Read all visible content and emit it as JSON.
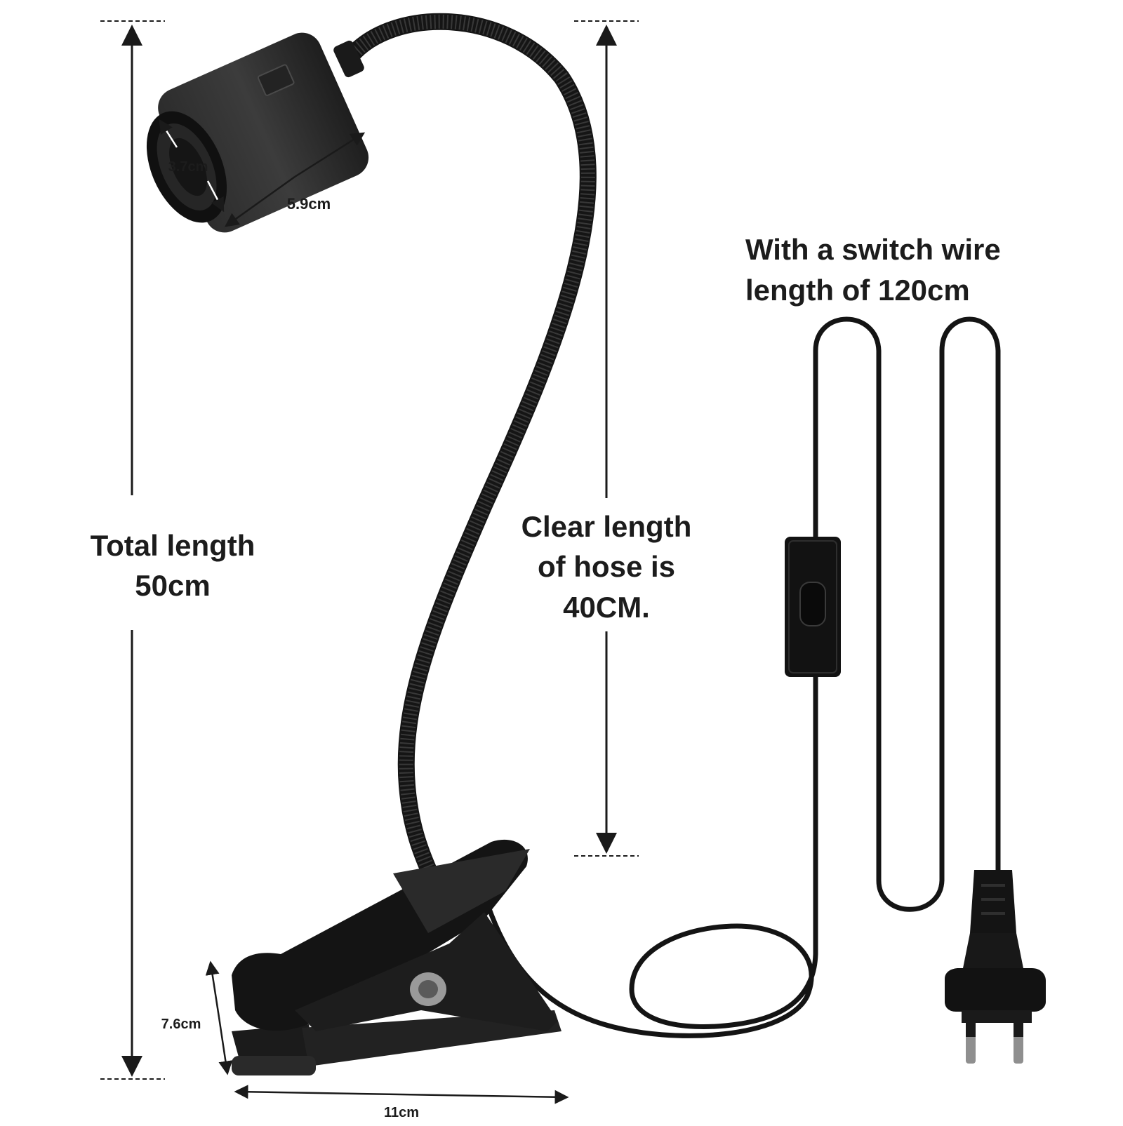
{
  "labels": {
    "total_length_line1": "Total length",
    "total_length_line2": "50cm",
    "clear_length_line1": "Clear length",
    "clear_length_line2": "of hose is",
    "clear_length_line3": "40CM.",
    "switch_wire_line1": "With a switch wire",
    "switch_wire_line2": "length of 120cm",
    "socket_diameter": "3.7cm",
    "socket_length": "5.9cm",
    "clip_height": "7.6cm",
    "clip_width": "11cm"
  },
  "colors": {
    "product": "#161616",
    "product_highlight": "#3a3a3a",
    "dimension_line": "#1a1a1a",
    "text": "#1c1c1c",
    "background": "#ffffff"
  }
}
